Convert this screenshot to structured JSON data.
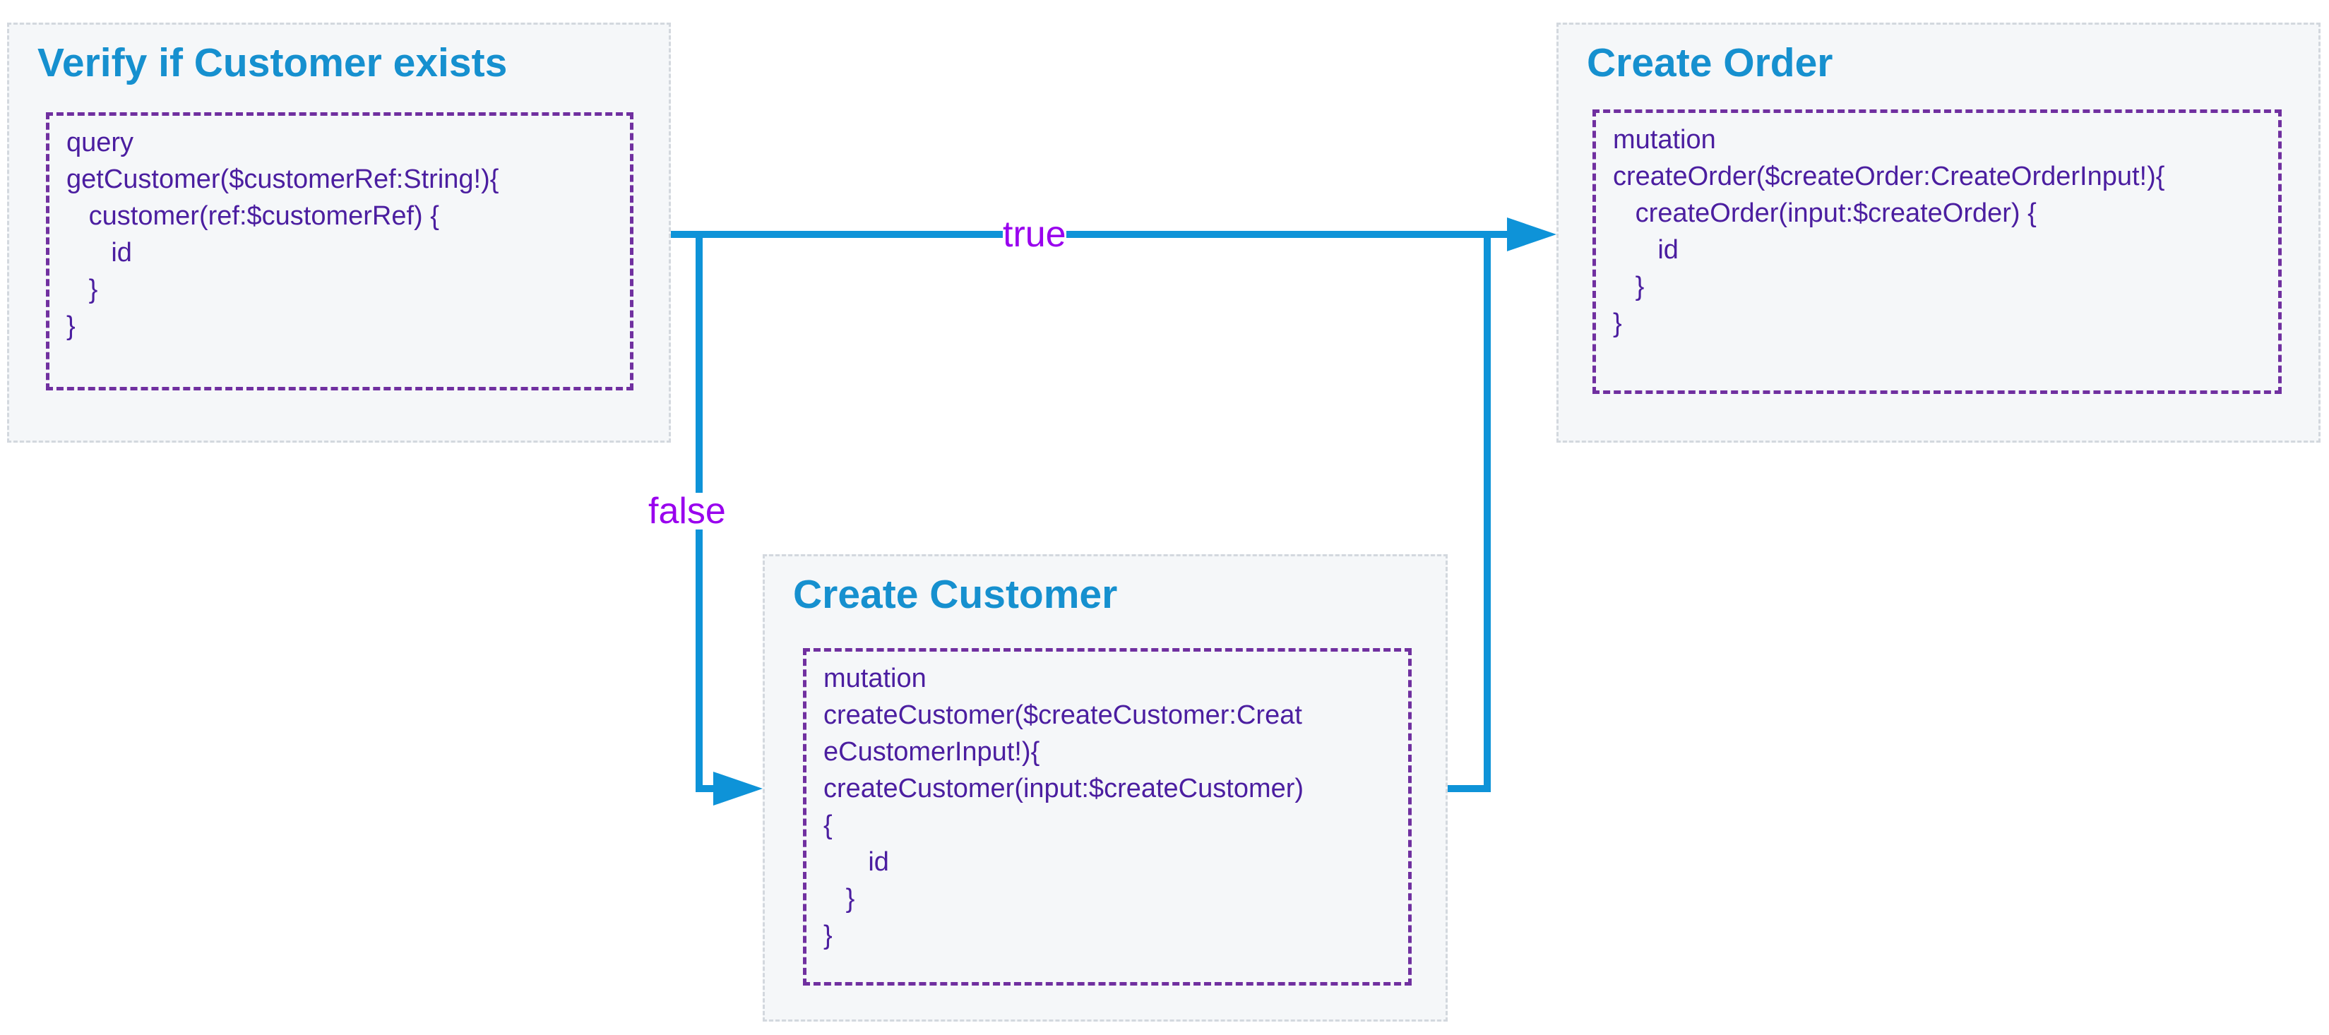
{
  "colors": {
    "title": "#1690cf",
    "code": "#4b1ea0",
    "code_border": "#7030a0",
    "arrow": "#0e93d8",
    "edge_label": "#9900ee",
    "node_background": "#f5f7f9",
    "node_border": "#d3d8de"
  },
  "nodes": {
    "verify": {
      "title": "Verify if Customer exists",
      "code": [
        "query",
        "getCustomer($customerRef:String!){",
        "   customer(ref:$customerRef) {",
        "      id",
        "   }",
        "}"
      ]
    },
    "order": {
      "title": "Create Order",
      "code": [
        "mutation",
        "createOrder($createOrder:CreateOrderInput!){",
        "   createOrder(input:$createOrder) {",
        "      id",
        "   }",
        "}"
      ]
    },
    "customer": {
      "title": "Create Customer",
      "code": [
        "mutation",
        "createCustomer($createCustomer:Creat",
        "eCustomerInput!){",
        "createCustomer(input:$createCustomer)",
        "{",
        "      id",
        "   }",
        "}"
      ]
    }
  },
  "edges": {
    "true_label": "true",
    "false_label": "false"
  }
}
